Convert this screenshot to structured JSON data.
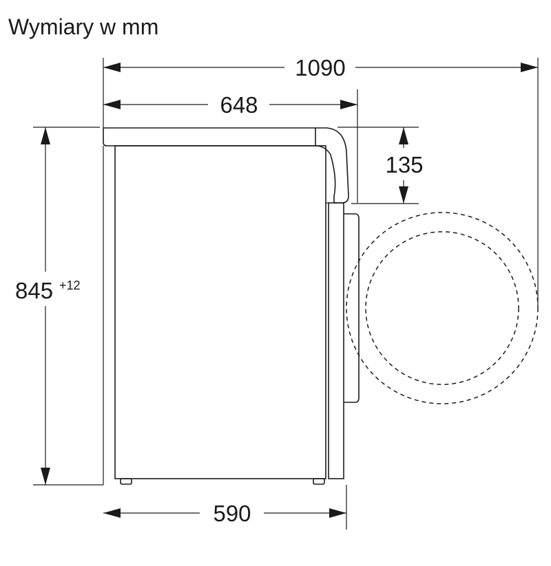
{
  "title": "Wymiary w mm",
  "dimensions": {
    "total_depth_door_open": "1090",
    "depth_with_top": "648",
    "top_to_door_hinge": "135",
    "height": "845",
    "height_tolerance": "+12",
    "base_depth": "590"
  }
}
